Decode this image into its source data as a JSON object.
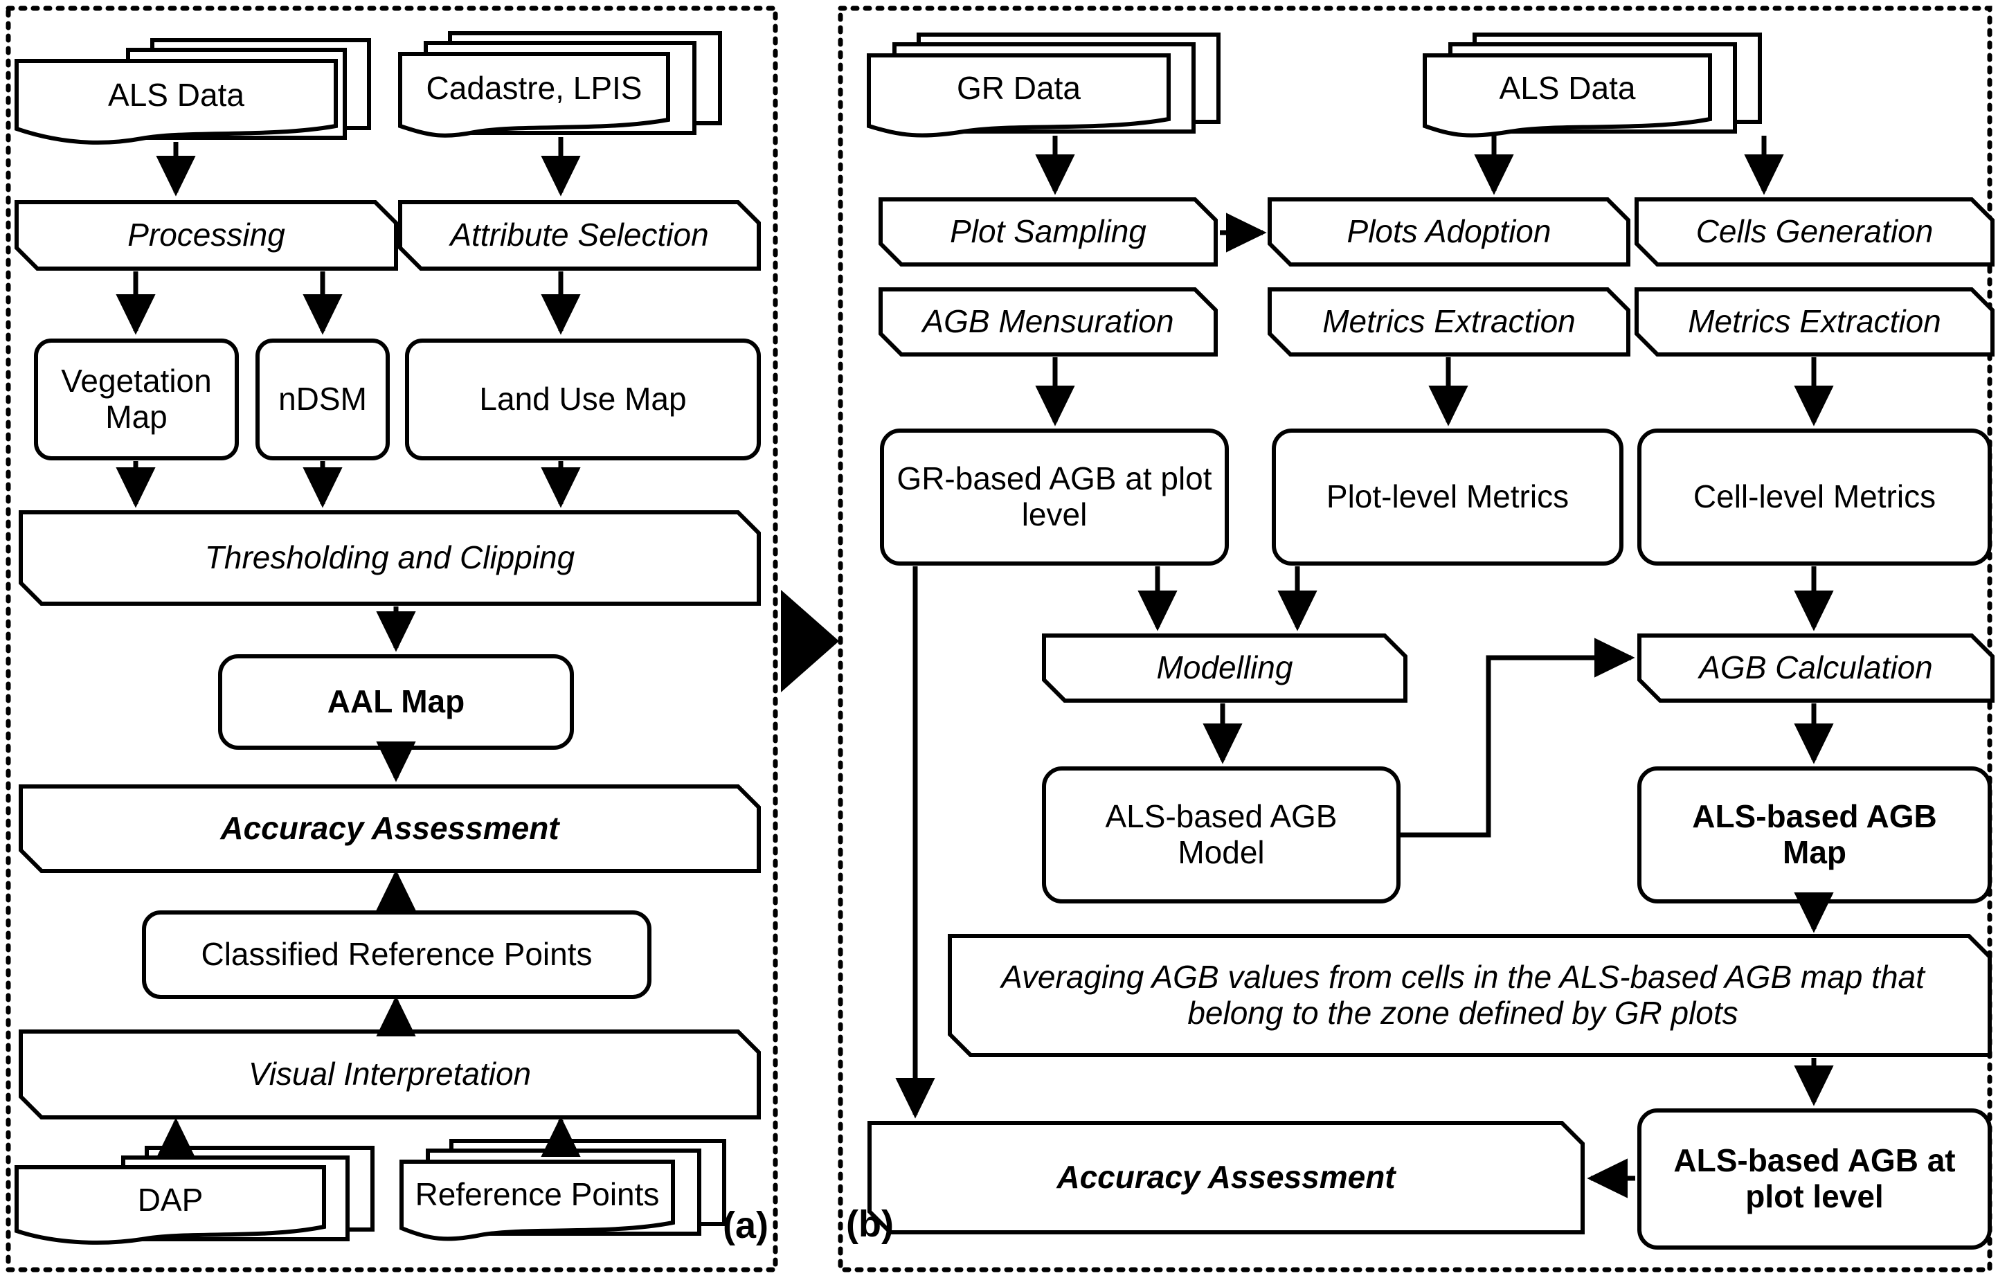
{
  "figure": {
    "type": "flowchart",
    "panels": [
      {
        "id": "a",
        "label": "(a)"
      },
      {
        "id": "b",
        "label": "(b)"
      }
    ]
  },
  "panel_a": {
    "label": "(a)",
    "nodes": {
      "als_data": "ALS Data",
      "cadastre_lpis": "Cadastre, LPIS",
      "processing": "Processing",
      "attribute_selection": "Attribute Selection",
      "vegetation_map": "Vegetation Map",
      "ndsm": "nDSM",
      "land_use_map": "Land Use Map",
      "thresholding_clipping": "Thresholding and Clipping",
      "aal_map": "AAL Map",
      "accuracy_assessment": "Accuracy Assessment",
      "classified_reference_points": "Classified Reference Points",
      "visual_interpretation": "Visual Interpretation",
      "dap": "DAP",
      "reference_points": "Reference Points"
    }
  },
  "panel_b": {
    "label": "(b)",
    "nodes": {
      "gr_data": "GR Data",
      "als_data": "ALS Data",
      "plot_sampling": "Plot Sampling",
      "plots_adoption": "Plots Adoption",
      "cells_generation": "Cells Generation",
      "agb_mensuration": "AGB Mensuration",
      "metrics_extraction_plot": "Metrics Extraction",
      "metrics_extraction_cell": "Metrics Extraction",
      "gr_based_agb_plot": "GR-based AGB at plot level",
      "plot_level_metrics": "Plot-level Metrics",
      "cell_level_metrics": "Cell-level Metrics",
      "modelling": "Modelling",
      "agb_calculation": "AGB Calculation",
      "als_based_agb_model": "ALS-based AGB Model",
      "als_based_agb_map": "ALS-based AGB Map",
      "averaging": "Averaging AGB values from cells in the ALS-based AGB map that belong to the zone defined by GR plots",
      "accuracy_assessment": "Accuracy Assessment",
      "als_based_agb_plot": "ALS-based AGB at plot level"
    }
  },
  "colors": {
    "stroke": "#000000",
    "fill": "#ffffff",
    "background": "#ffffff"
  }
}
